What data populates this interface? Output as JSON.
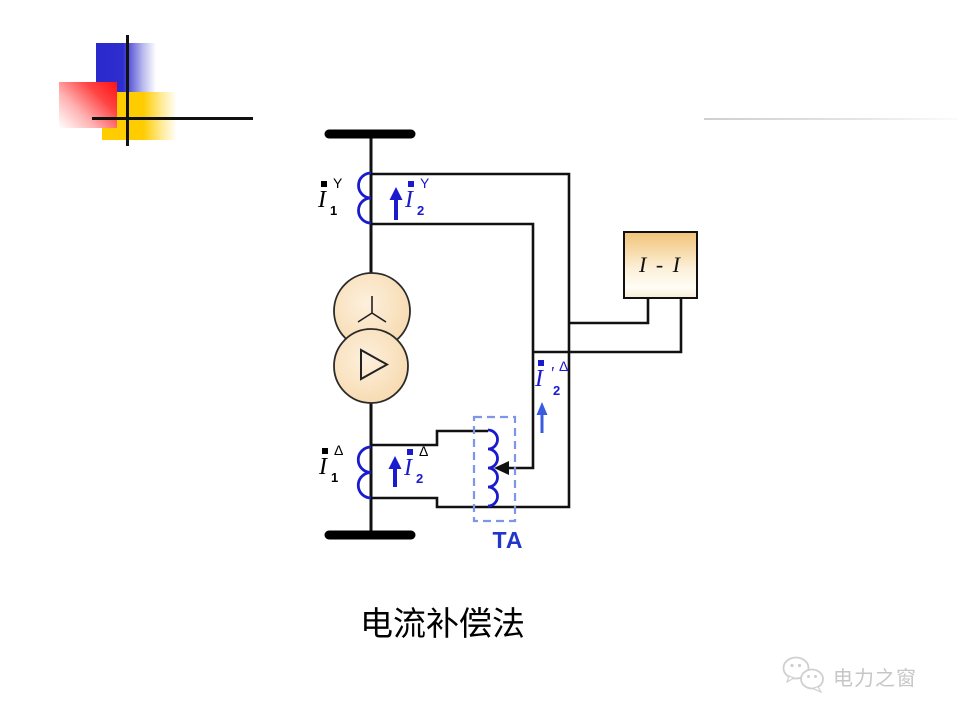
{
  "title": {
    "text": "电流补偿法"
  },
  "watermark": {
    "text": "电力之窗",
    "icon": "chat-bubbles-icon"
  },
  "diagram": {
    "relay": {
      "label": "I - I"
    },
    "aux_ct": {
      "label": "TA"
    },
    "labels": {
      "ct_top_primary": {
        "symbol": "I",
        "sub": "1",
        "sup": "Y"
      },
      "ct_top_secondary": {
        "symbol": "I",
        "sub": "2",
        "sup": "Y"
      },
      "ct_bottom_primary": {
        "symbol": "I",
        "sub": "1",
        "sup": "Δ"
      },
      "ct_bottom_secondary": {
        "symbol": "I",
        "sub": "2",
        "sup": "Δ"
      },
      "compensated_secondary": {
        "symbol": "I",
        "prime": "′",
        "sub": "2",
        "sup": "Δ"
      }
    },
    "colors": {
      "wire": "#111111",
      "ct_blue": "#1a1ace",
      "ta_dashed_blue": "#7d96ea",
      "ta_text_blue": "#2236c8",
      "compensated_arrow_blue": "#3a5be0",
      "relay_fill": "#f1c377",
      "transformer_fill": "#f6d8ab"
    }
  },
  "decoration": {
    "colors": {
      "blue": "#2a2acc",
      "red": "#ff1212",
      "yellow": "#ffcc00"
    }
  }
}
